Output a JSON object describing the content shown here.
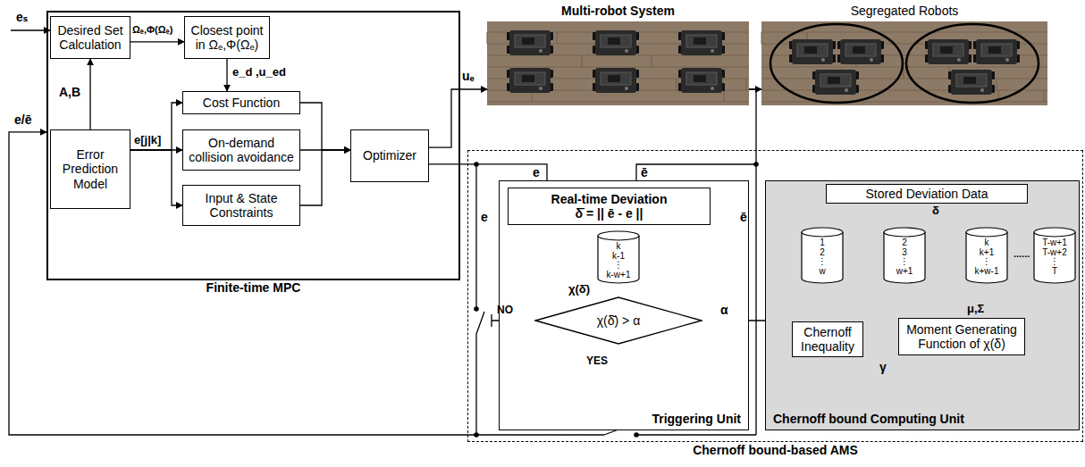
{
  "diagram": {
    "nodes": [
      {
        "text": [
          "Finite-time MPC"
        ]
      },
      {
        "text": [
          "Desired Set Calculation"
        ],
        "in": 0
      },
      {
        "text": [
          "Closest point in Ωₑ,Φ(Ωₑ)"
        ],
        "in": 0
      },
      {
        "text": [
          "Error Prediction Model"
        ],
        "in": 0
      },
      {
        "text": [
          "Cost Function"
        ],
        "in": 0
      },
      {
        "text": [
          "On-demand collision avoidance"
        ],
        "in": 0
      },
      {
        "text": [
          "Input & State Constraints"
        ],
        "in": 0
      },
      {
        "text": [
          "Optimizer"
        ],
        "in": 0
      },
      {
        "text": [
          "Multi-robot System"
        ]
      },
      {
        "text": [
          "Segregated Robots"
        ]
      },
      {
        "text": [
          "Chernoff bound-based AMS"
        ]
      },
      {
        "text": [
          "Triggering Unit"
        ],
        "in": 10
      },
      {
        "text": [
          "Real-time Deviation",
          "δ̄ = || ē - e ||"
        ],
        "in": 11
      },
      {
        "text": [
          "k",
          "k-1",
          "⋮",
          "k-w+1"
        ],
        "in": 11
      },
      {
        "text": [
          "χ(δ̄) > α"
        ],
        "in": 11
      },
      {
        "text": [
          "Chernoff bound Computing Unit"
        ],
        "in": 10
      },
      {
        "text": [
          "Stored Deviation Data"
        ],
        "in": 15
      },
      {
        "text": [
          "1",
          "2",
          "⋮",
          "w"
        ],
        "in": 15
      },
      {
        "text": [
          "2",
          "3",
          "⋮",
          "w+1"
        ],
        "in": 15
      },
      {
        "text": [
          "k",
          "k+1",
          "⋮",
          "k+w-1"
        ],
        "in": 15
      },
      {
        "text": [
          "T-w+1",
          "T-w+2",
          "⋮",
          "T"
        ],
        "in": 15
      },
      {
        "text": [
          "Chernoff Inequality"
        ],
        "in": 15
      },
      {
        "text": [
          "Moment Generating Function of χ(δ)"
        ],
        "in": 15
      }
    ],
    "edges": [
      {
        "from": 1,
        "to": 2,
        "label": "Ωₑ,Φ(Ωₑ)",
        "arrow": "to"
      },
      {
        "from": 3,
        "to": 1,
        "label": "A,B",
        "arrow": "to"
      },
      {
        "from": 2,
        "to": 4,
        "label": "e_d ,u_ed",
        "arrow": "to"
      },
      {
        "from": 3,
        "to": 4,
        "arrow": "to"
      },
      {
        "from": 3,
        "to": 5,
        "label": "e[j|k]",
        "arrow": "to"
      },
      {
        "from": 3,
        "to": 6,
        "arrow": "to"
      },
      {
        "from": 4,
        "to": 7,
        "arrow": "to"
      },
      {
        "from": 5,
        "to": 7,
        "arrow": "to"
      },
      {
        "from": 6,
        "to": 7,
        "arrow": "to"
      },
      {
        "from": 7,
        "to": 8,
        "label": "uₑ",
        "arrow": "to"
      },
      {
        "from": 8,
        "to": 9,
        "arrow": "to"
      },
      {
        "from": 7,
        "to": 12,
        "label": "e",
        "arrow": "to"
      },
      {
        "from": 8,
        "to": 12,
        "label": "ē",
        "arrow": "to"
      },
      {
        "from": 12,
        "to": 13,
        "arrow": "to"
      },
      {
        "from": 13,
        "to": 14,
        "label": "χ(δ̄)",
        "arrow": "to"
      },
      {
        "from": 16,
        "to": 17,
        "arrow": "to"
      },
      {
        "from": 16,
        "to": 18,
        "arrow": "to"
      },
      {
        "from": 16,
        "to": 19,
        "arrow": "to"
      },
      {
        "from": 16,
        "to": 20,
        "arrow": "to"
      },
      {
        "from": 17,
        "to": 22,
        "arrow": "to"
      },
      {
        "from": 18,
        "to": 22,
        "arrow": "to"
      },
      {
        "from": 19,
        "to": 22,
        "arrow": "to"
      },
      {
        "from": 20,
        "to": 22,
        "arrow": "to"
      },
      {
        "from": 22,
        "to": 21,
        "arrow": "to"
      },
      {
        "from": 21,
        "to": 14,
        "label": "α",
        "arrow": "to"
      },
      {
        "from": 10,
        "to": 0,
        "label": "e/ē",
        "arrow": "to"
      }
    ],
    "labels": [
      "eₛ",
      "e",
      "ē",
      "NO",
      "YES",
      "δ",
      "......",
      "μ,Σ",
      "γ"
    ]
  }
}
